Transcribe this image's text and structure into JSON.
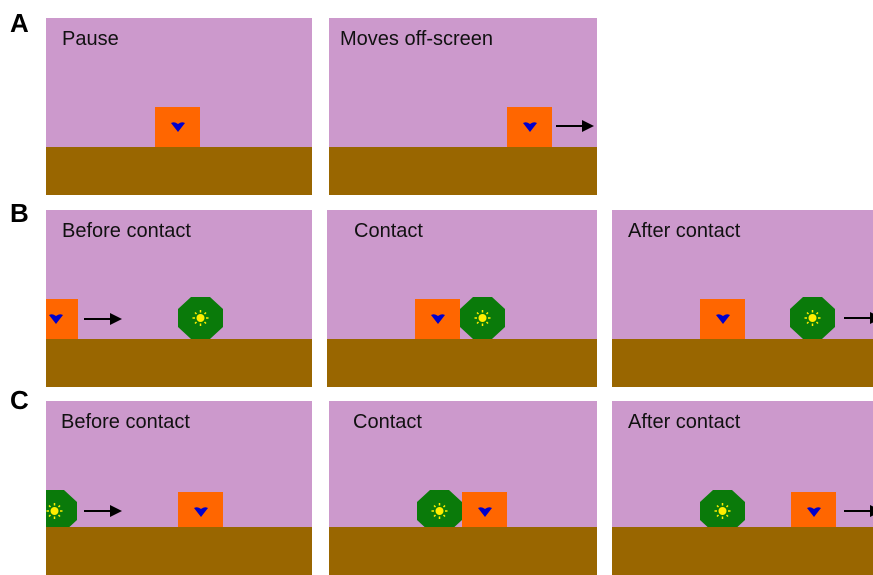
{
  "colors": {
    "sky": "#cc99cc",
    "ground": "#996600",
    "square": "#ff6600",
    "heart": "#0000cc",
    "octagon": "#0a7a0a",
    "sun": "#ffee00",
    "arrow": "#000000"
  },
  "rows": {
    "A": {
      "letter": "A",
      "panels": [
        {
          "caption": "Pause"
        },
        {
          "caption": "Moves off-screen"
        }
      ]
    },
    "B": {
      "letter": "B",
      "panels": [
        {
          "caption": "Before contact"
        },
        {
          "caption": "Contact"
        },
        {
          "caption": "After contact"
        }
      ]
    },
    "C": {
      "letter": "C",
      "panels": [
        {
          "caption": "Before contact"
        },
        {
          "caption": "Contact"
        },
        {
          "caption": "After contact"
        }
      ]
    }
  },
  "icons": {
    "square": "orange-square-with-blue-heart-icon",
    "octagon": "green-octagon-with-yellow-sun-icon",
    "arrow": "right-arrow-icon"
  }
}
